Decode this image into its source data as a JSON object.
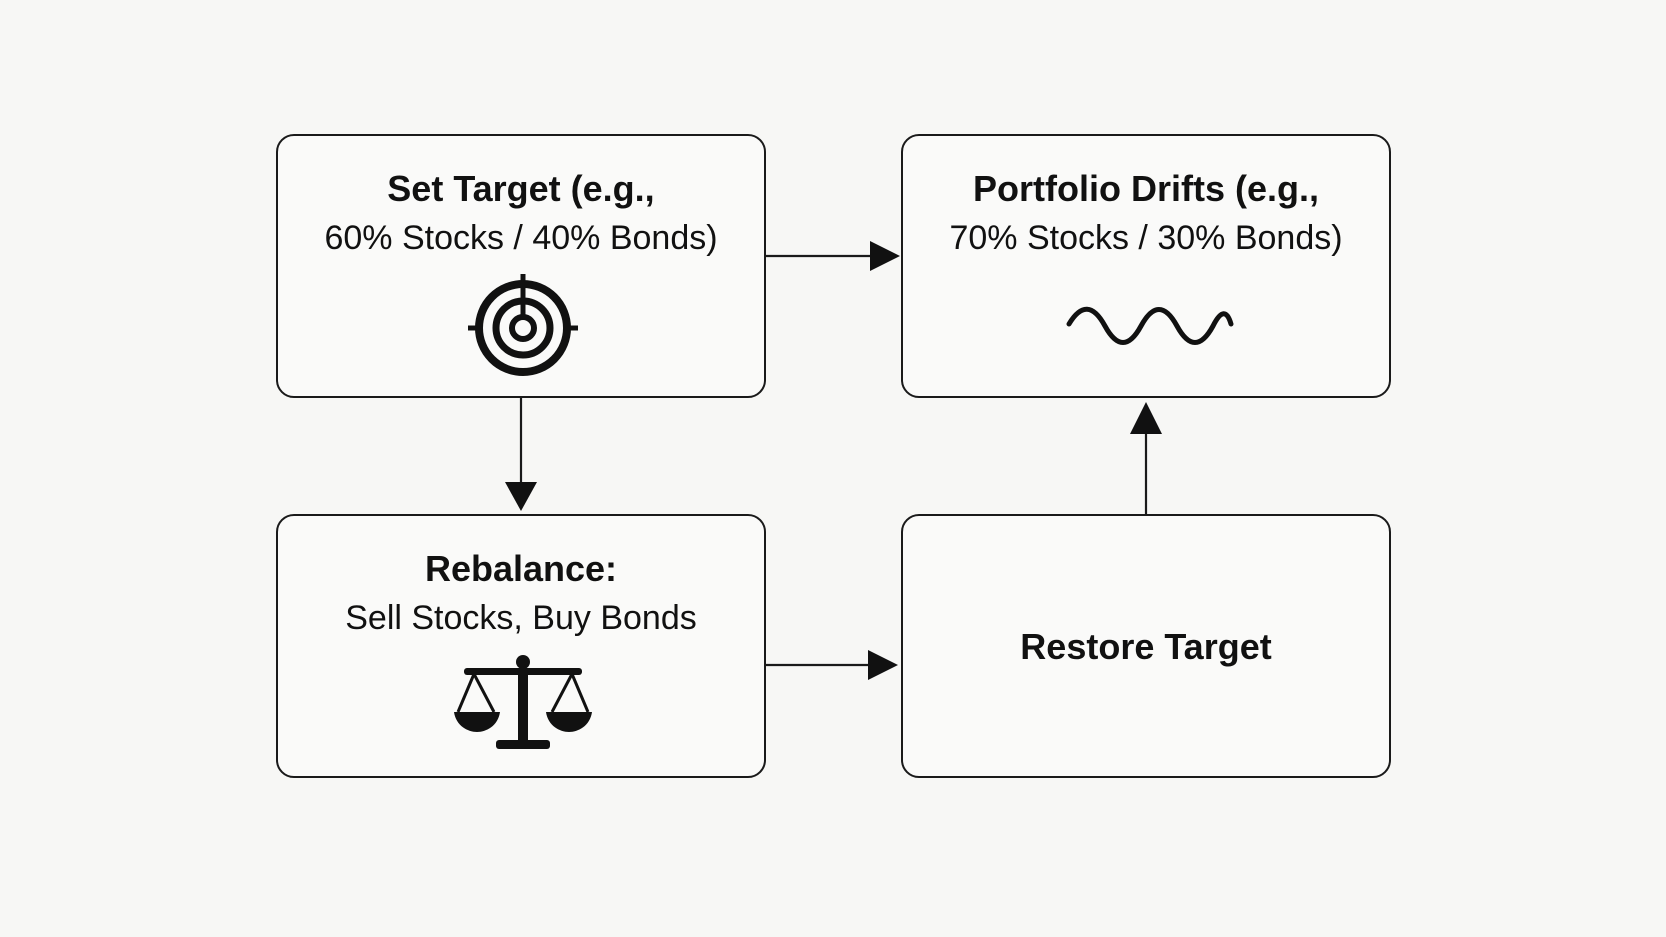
{
  "diagram": {
    "nodes": [
      {
        "id": "set-target",
        "title": "Set Target (e.g.,",
        "subtitle": "60% Stocks / 40% Bonds)",
        "icon": "target-icon"
      },
      {
        "id": "portfolio-drifts",
        "title": "Portfolio Drifts (e.g.,",
        "subtitle": "70% Stocks / 30% Bonds)",
        "icon": "wave-icon"
      },
      {
        "id": "rebalance",
        "title": "Rebalance:",
        "subtitle": "Sell Stocks, Buy Bonds",
        "icon": "balance-scale-icon"
      },
      {
        "id": "restore-target",
        "title": "Restore Target"
      }
    ],
    "edges": [
      {
        "from": "set-target",
        "to": "portfolio-drifts"
      },
      {
        "from": "set-target",
        "to": "rebalance"
      },
      {
        "from": "rebalance",
        "to": "restore-target"
      },
      {
        "from": "restore-target",
        "to": "portfolio-drifts"
      }
    ],
    "colors": {
      "stroke": "#1a1a1a",
      "background": "#f7f7f5",
      "box_fill": "#fafaf9"
    }
  }
}
